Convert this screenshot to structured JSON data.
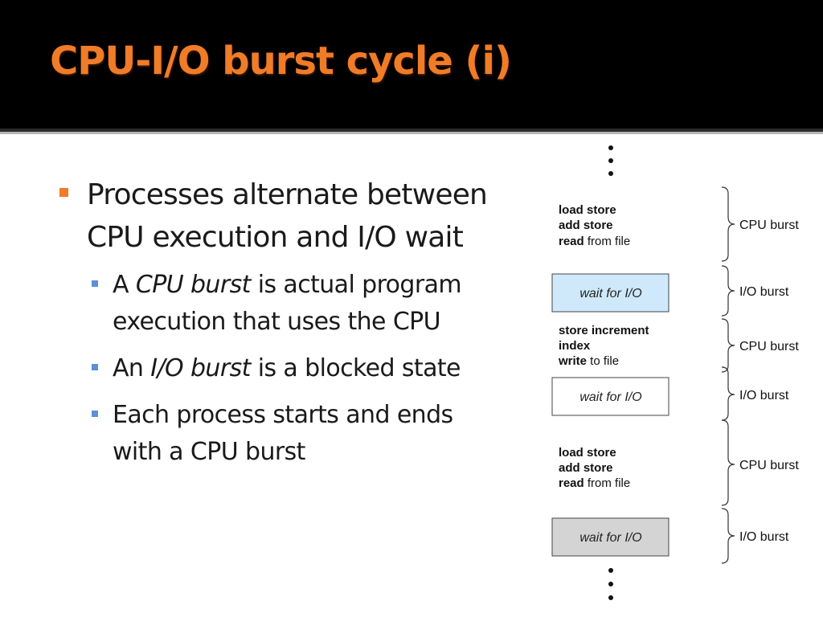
{
  "slide": {
    "title": "CPU-I/O burst cycle (i)",
    "accent_color": "#f07c28",
    "sub_bullet_color": "#5b8fd6",
    "main_bullet": {
      "line1": "Processes alternate between",
      "line2": "CPU execution and I/O wait"
    },
    "sub_bullets": [
      {
        "pre": "A ",
        "em": "CPU burst",
        "post": " is actual program",
        "line2": "execution that uses the CPU"
      },
      {
        "pre": "An ",
        "em": "I/O burst",
        "post": " is a blocked state",
        "line2": ""
      },
      {
        "pre": "Each process starts and ends",
        "em": "",
        "post": "",
        "line2": "with a CPU burst"
      }
    ]
  },
  "diagram": {
    "code_blocks": [
      {
        "lines": [
          {
            "bold": "load store",
            "rest": ""
          },
          {
            "bold": "add store",
            "rest": ""
          },
          {
            "bold": "read",
            "rest": " from file"
          }
        ]
      },
      {
        "lines": [
          {
            "bold": "store increment",
            "rest": ""
          },
          {
            "bold": "index",
            "rest": ""
          },
          {
            "bold": "write",
            "rest": " to file"
          }
        ]
      },
      {
        "lines": [
          {
            "bold": "load store",
            "rest": ""
          },
          {
            "bold": "add store",
            "rest": ""
          },
          {
            "bold": "read",
            "rest": " from file"
          }
        ]
      }
    ],
    "wait_boxes": [
      {
        "label": "wait for I/O",
        "fill": "#cfe9fb"
      },
      {
        "label": "wait for I/O",
        "fill": "#ffffff"
      },
      {
        "label": "wait for I/O",
        "fill": "#d4d4d4"
      }
    ],
    "burst_labels": [
      "CPU burst",
      "I/O burst",
      "CPU burst",
      "I/O burst",
      "CPU burst",
      "I/O burst"
    ]
  }
}
